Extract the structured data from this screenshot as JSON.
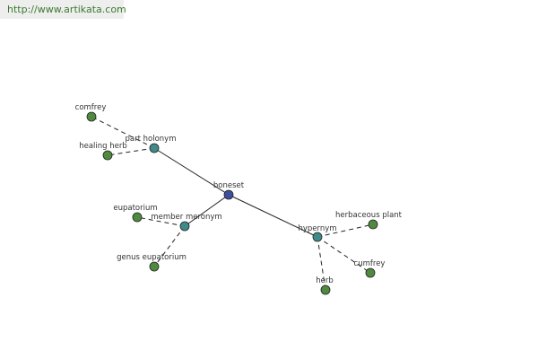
{
  "source_url": "http://www.artikata.com",
  "colors": {
    "root": "#3f4fa0",
    "relation": "#3f8a8a",
    "leaf": "#4f8a3f",
    "stroke": "#222222",
    "url": "#3a7a2e"
  },
  "nodes": {
    "boneset": {
      "label": "boneset",
      "kind": "root"
    },
    "part_holonym": {
      "label": "part holonym",
      "kind": "relation"
    },
    "member_meronym": {
      "label": "member meronym",
      "kind": "relation"
    },
    "hypernym": {
      "label": "hypernym",
      "kind": "relation"
    },
    "comfrey": {
      "label": "comfrey",
      "kind": "leaf"
    },
    "healing_herb": {
      "label": "healing herb",
      "kind": "leaf"
    },
    "eupatorium": {
      "label": "eupatorium",
      "kind": "leaf"
    },
    "genus_eupatorium": {
      "label": "genus eupatorium",
      "kind": "leaf"
    },
    "herbaceous_plant": {
      "label": "herbaceous plant",
      "kind": "leaf"
    },
    "herb": {
      "label": "herb",
      "kind": "leaf"
    },
    "cumfrey": {
      "label": "cumfrey",
      "kind": "leaf"
    }
  },
  "edges": [
    {
      "from": "boneset",
      "to": "part_holonym",
      "style": "solid"
    },
    {
      "from": "boneset",
      "to": "member_meronym",
      "style": "solid"
    },
    {
      "from": "boneset",
      "to": "hypernym",
      "style": "solid"
    },
    {
      "from": "part_holonym",
      "to": "comfrey",
      "style": "dashed"
    },
    {
      "from": "part_holonym",
      "to": "healing_herb",
      "style": "dashed"
    },
    {
      "from": "member_meronym",
      "to": "eupatorium",
      "style": "dashed"
    },
    {
      "from": "member_meronym",
      "to": "genus_eupatorium",
      "style": "dashed"
    },
    {
      "from": "hypernym",
      "to": "herbaceous_plant",
      "style": "dashed"
    },
    {
      "from": "hypernym",
      "to": "herb",
      "style": "dashed"
    },
    {
      "from": "hypernym",
      "to": "cumfrey",
      "style": "dashed"
    }
  ]
}
